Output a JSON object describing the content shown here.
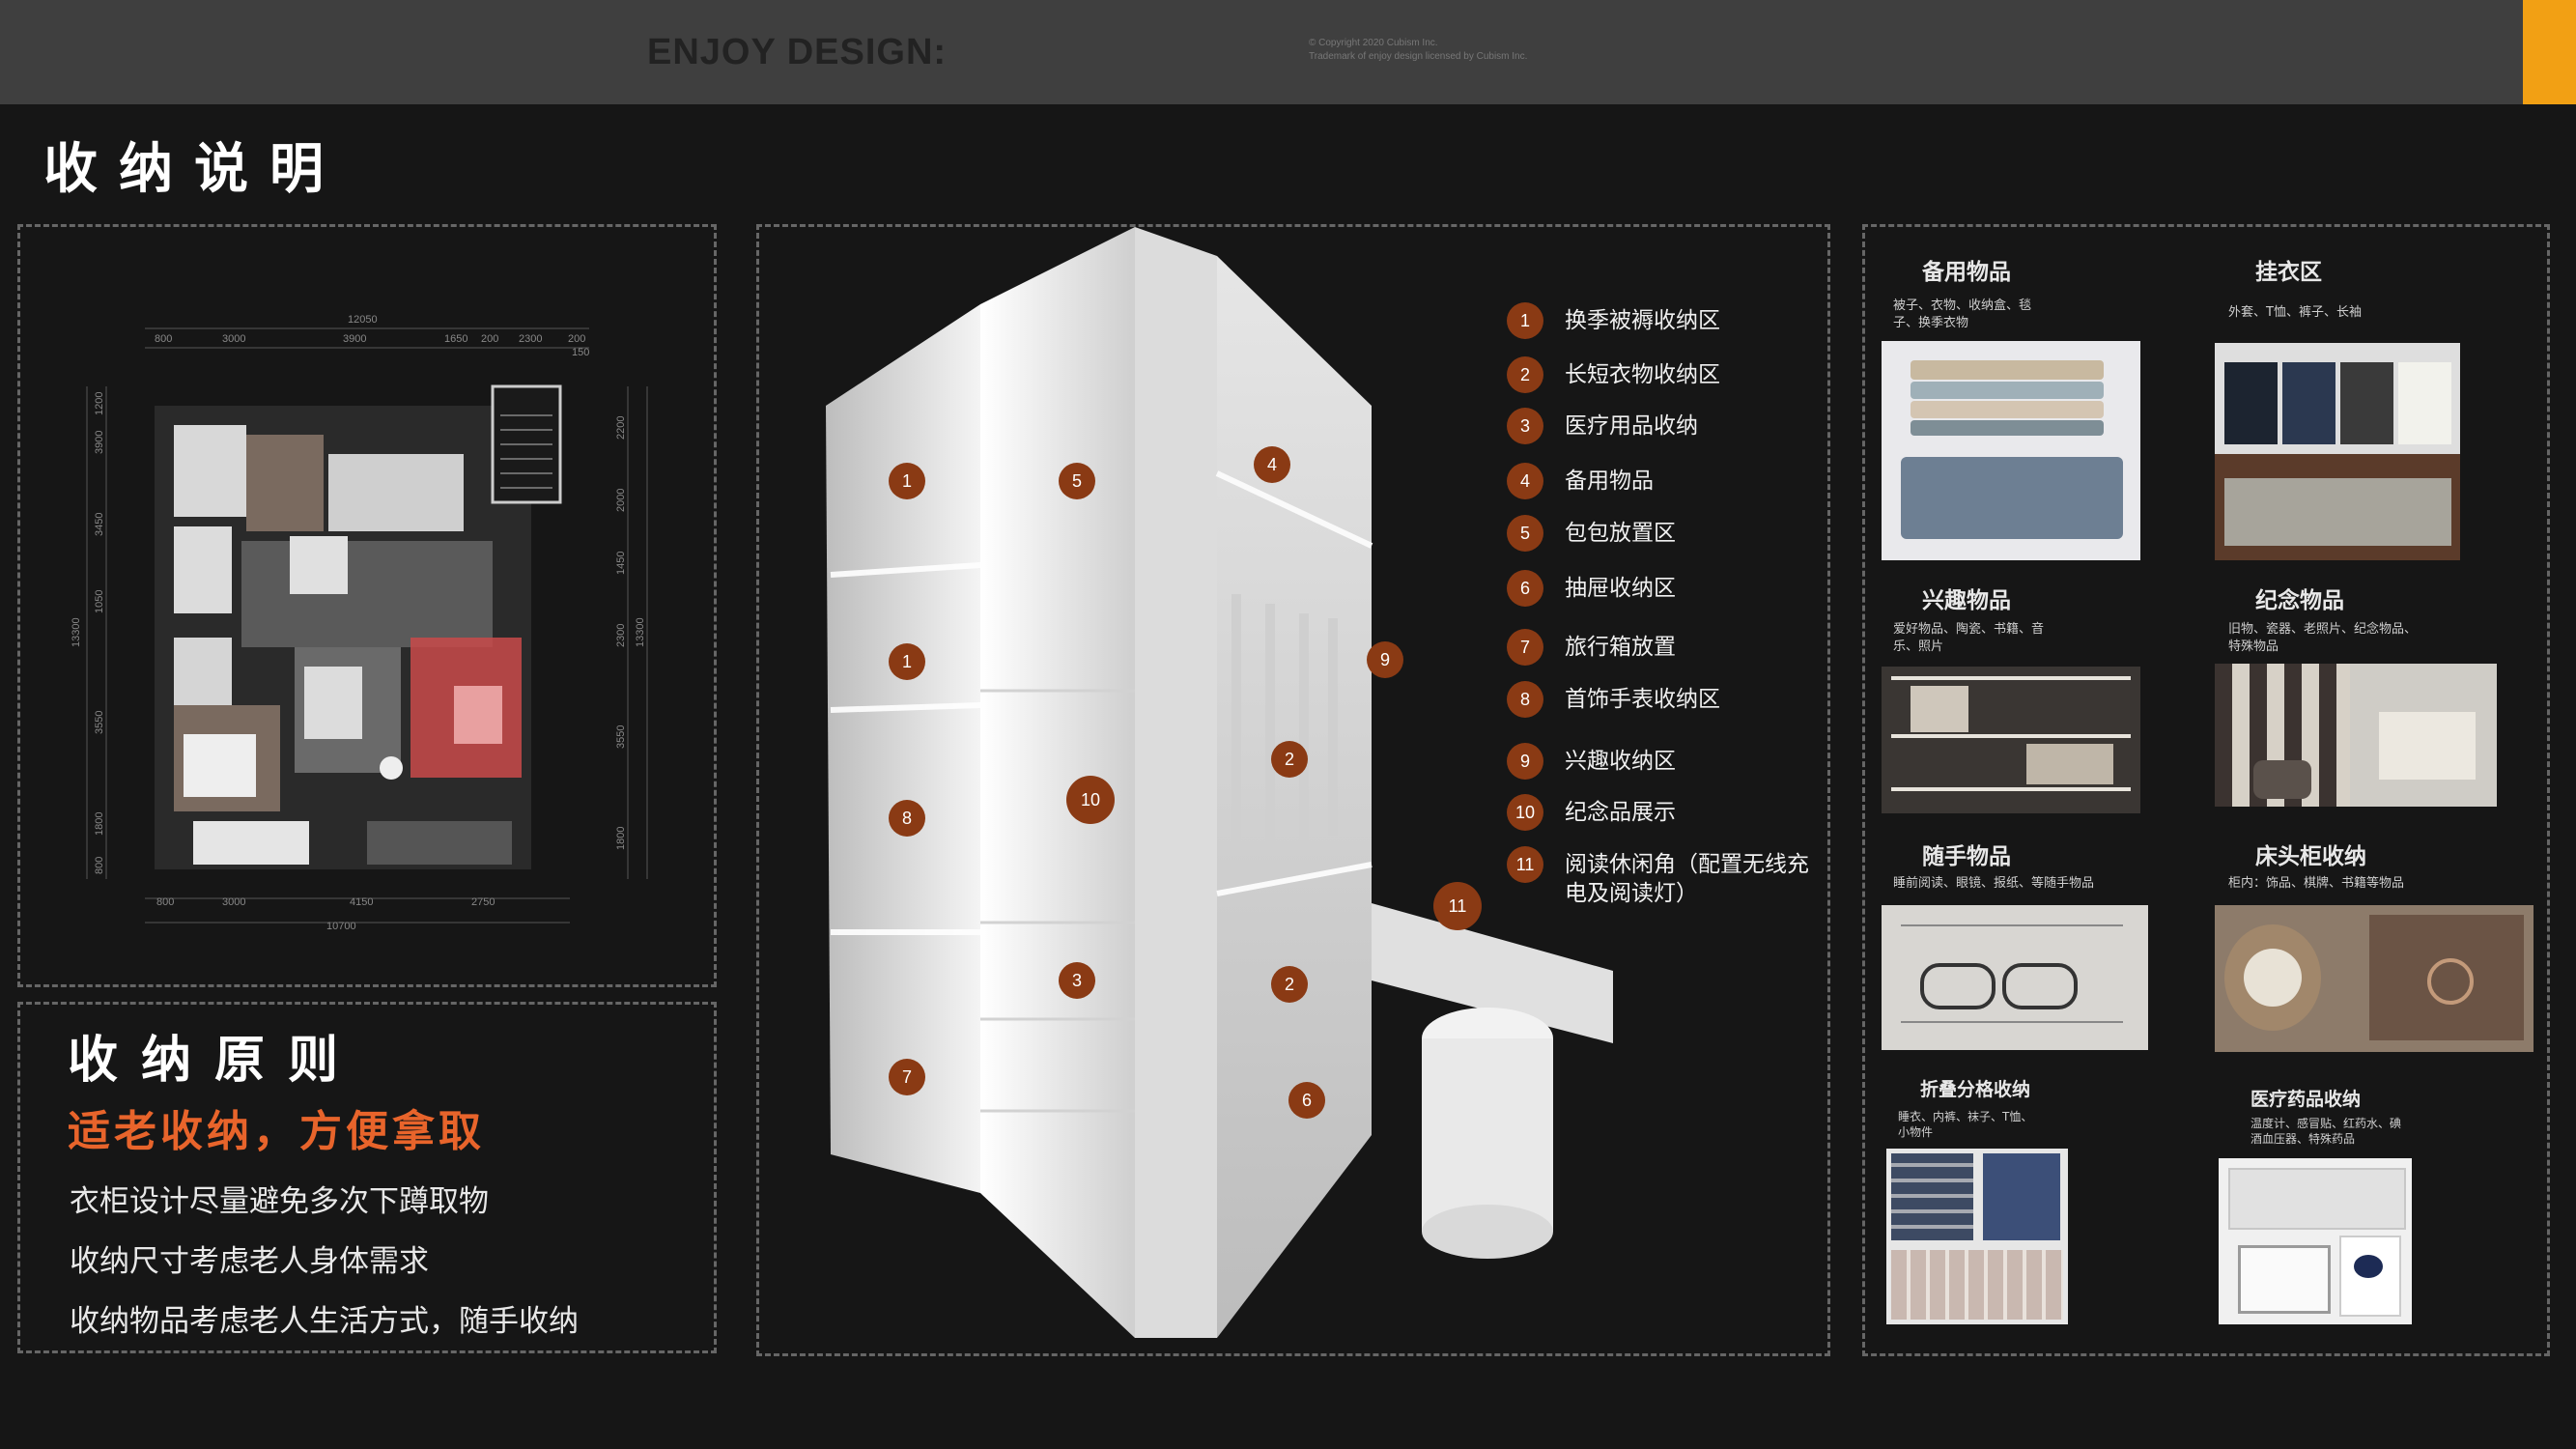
{
  "header": {
    "brand": "ENJOY DESIGN:",
    "copyright_line1": "©   Copyright 2020 Cubism Inc.",
    "copyright_line2": "Trademark of enjoy design licensed by Cubism Inc."
  },
  "page_title": "收纳说明",
  "principles": {
    "title": "收纳原则",
    "subtitle": "适老收纳，方便拿取",
    "lines": [
      "衣柜设计尽量避免多次下蹲取物",
      "收纳尺寸考虑老人身体需求",
      "收纳物品考虑老人生活方式，随手收纳"
    ]
  },
  "floor_plan": {
    "top_total": "12050",
    "top_dims": [
      "800",
      "3000",
      "3900",
      "1650",
      "200",
      "2300",
      "200",
      "150"
    ],
    "bottom_dims": [
      "800",
      "3000",
      "4150",
      "2750"
    ],
    "bottom_total": "10700",
    "left_total": "13300",
    "left_dims": [
      "1200",
      "3900",
      "3450",
      "1050",
      "3550",
      "1800",
      "800"
    ],
    "right_total": "13300",
    "right_dims": [
      "2200",
      "2000",
      "1450",
      "2300",
      "3550",
      "1800"
    ]
  },
  "legend": [
    {
      "num": "1",
      "label": "换季被褥收纳区"
    },
    {
      "num": "2",
      "label": "长短衣物收纳区"
    },
    {
      "num": "3",
      "label": "医疗用品收纳"
    },
    {
      "num": "4",
      "label": "备用物品"
    },
    {
      "num": "5",
      "label": "包包放置区"
    },
    {
      "num": "6",
      "label": "抽屉收纳区"
    },
    {
      "num": "7",
      "label": "旅行箱放置"
    },
    {
      "num": "8",
      "label": "首饰手表收纳区"
    },
    {
      "num": "9",
      "label": "兴趣收纳区"
    },
    {
      "num": "10",
      "label": "纪念品展示"
    },
    {
      "num": "11",
      "label": "阅读休闲角（配置无线充电及阅读灯）"
    }
  ],
  "markers": [
    "1",
    "5",
    "4",
    "1",
    "9",
    "2",
    "8",
    "10",
    "11",
    "3",
    "2",
    "7",
    "6"
  ],
  "items": [
    {
      "title": "备用物品",
      "desc": "被子、衣物、收纳盒、毯子、换季衣物"
    },
    {
      "title": "挂衣区",
      "desc": "外套、T恤、裤子、长袖"
    },
    {
      "title": "兴趣物品",
      "desc": "爱好物品、陶瓷、书籍、音乐、照片"
    },
    {
      "title": "纪念物品",
      "desc": "旧物、瓷器、老照片、纪念物品、特殊物品"
    },
    {
      "title": "随手物品",
      "desc": "睡前阅读、眼镜、报纸、等随手物品"
    },
    {
      "title": "床头柜收纳",
      "desc": "柜内：饰品、棋牌、书籍等物品"
    },
    {
      "title": "折叠分格收纳",
      "desc": "睡衣、内裤、袜子、T恤、小物件"
    },
    {
      "title": "医疗药品收纳",
      "desc": "温度计、感冒贴、红药水、碘酒血压器、特殊药品"
    }
  ],
  "colors": {
    "accent": "#f2a014",
    "marker": "#8a3a14",
    "subtitle": "#e8642b",
    "highlight_room": "#c94a4a"
  }
}
